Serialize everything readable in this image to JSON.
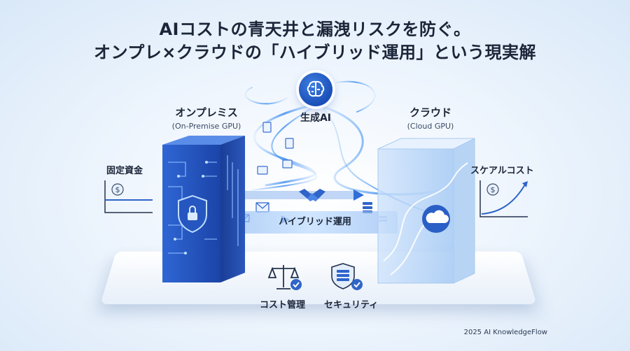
{
  "title": {
    "line1": "AIコストの青天井と漏洩リスクを防ぐ。",
    "line2": "オンプレ×クラウドの「ハイブリッド運用」という現実解"
  },
  "onprem": {
    "title": "オンプレミス",
    "subtitle": "(On-Premise GPU)"
  },
  "cloud": {
    "title": "クラウド",
    "subtitle": "(Cloud GPU)"
  },
  "ai": {
    "label": "生成AI"
  },
  "left_cost": {
    "label": "固定資金",
    "icon": "dollar-coin-icon"
  },
  "right_cost": {
    "label": "スケアルコスト",
    "icon": "dollar-coin-icon"
  },
  "hybrid": {
    "label": "ハイブリッド運用"
  },
  "features": [
    {
      "label": "コスト管理",
      "icon": "scales-icon"
    },
    {
      "label": "セキュリティ",
      "icon": "server-shield-icon"
    }
  ],
  "footer": {
    "copyright": "2025 AI KnowledgeFlow"
  },
  "colors": {
    "accent": "#1f5bd1",
    "cloud": "#7fb2f0",
    "background": "#e4eefa"
  }
}
